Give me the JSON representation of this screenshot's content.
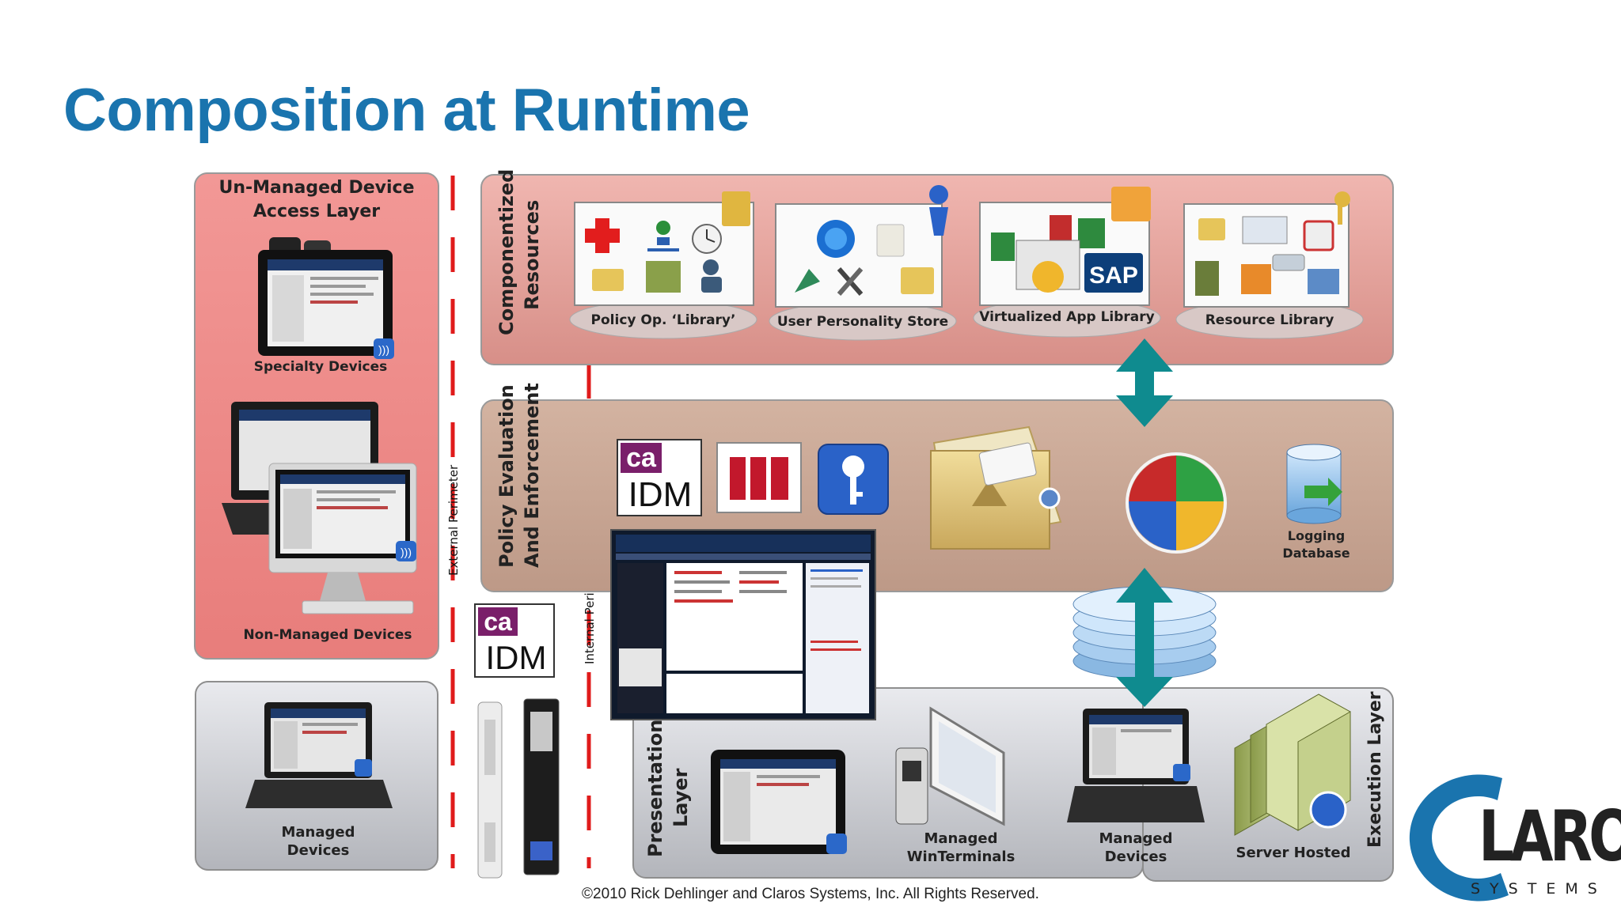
{
  "title": "Composition at Runtime",
  "unmanaged_access": {
    "heading_line1": "Un-Managed Device",
    "heading_line2": "Access Layer",
    "specialty_label": "Specialty Devices",
    "non_managed_label": "Non-Managed Devices"
  },
  "managed_devices_left": {
    "line1": "Managed",
    "line2": "Devices"
  },
  "perimeters": {
    "external": "External Perimeter",
    "internal": "Internal Perimeter"
  },
  "componentized": {
    "label_line1": "Componentized",
    "label_line2": "Resources",
    "items": [
      {
        "label": "Policy Op. ‘Library’"
      },
      {
        "label": "User Personality Store"
      },
      {
        "label": "Virtualized App Library"
      },
      {
        "label": "Resource Library"
      }
    ],
    "sap_text": "SAP"
  },
  "policy": {
    "label_line1": "Policy Evaluation",
    "label_line2": "And Enforcement",
    "ca_text": "ca",
    "idm_text": "IDM",
    "logging_line1": "Logging",
    "logging_line2": "Database"
  },
  "presentation": {
    "label_line1": "Presentation",
    "label_line2": "Layer",
    "managed_winterminals_line1": "Managed",
    "managed_winterminals_line2": "WinTerminals",
    "managed_devices_line1": "Managed",
    "managed_devices_line2": "Devices"
  },
  "execution": {
    "label": "Execution Layer",
    "server_hosted": "Server Hosted"
  },
  "claros": {
    "main": "LAROS",
    "sub": "SYSTEMS"
  },
  "copyright": "©2010 Rick Dehlinger and Claros Systems, Inc. All Rights Reserved.",
  "colors": {
    "title": "#1a74ae",
    "pink_panel": "#ef8a87",
    "tan_panel": "#c7a490",
    "gray_panel": "#c7c8cc",
    "teal_arrow": "#0f8b8f",
    "perimeter_red": "#e01b1b",
    "claros_blue": "#1a74ae"
  }
}
